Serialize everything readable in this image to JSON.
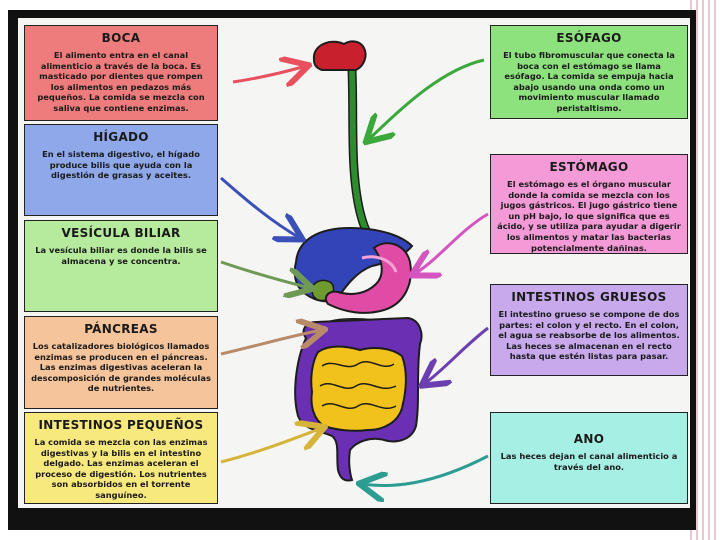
{
  "colors": {
    "frame": "#111111",
    "red": "#ef7c7c",
    "blue": "#8ea8ea",
    "green": "#b6ea9c",
    "orange": "#f5c49a",
    "yellow": "#f8e97f",
    "esophagus_green": "#8ee27e",
    "pink": "#f39ad7",
    "purple": "#c7a9ec",
    "cyan": "#a5efe5"
  },
  "cards": {
    "boca": {
      "title": "BOCA",
      "text": "El alimento entra en el canal alimenticio a través de la boca. Es masticado por dientes que rompen los alimentos en pedazos más pequeños. La comida se mezcla con saliva que contiene enzimas."
    },
    "higado": {
      "title": "HÍGADO",
      "text": "En el sistema digestivo, el hígado produce bilis que ayuda con la digestión de grasas y aceites."
    },
    "vesicula": {
      "title": "VESÍCULA BILIAR",
      "text": "La vesícula biliar es donde la bilis se almacena y se concentra."
    },
    "pancreas": {
      "title": "PÁNCREAS",
      "text": "Los catalizadores biológicos llamados enzimas se producen en el páncreas. Las enzimas digestivas aceleran la descomposición de grandes moléculas de nutrientes."
    },
    "intestinos_pequenos": {
      "title": "INTESTINOS PEQUEÑOS",
      "text": "La comida se mezcla con las enzimas digestivas y la bilis en el intestino delgado. Las enzimas aceleran el proceso de digestión. Los nutrientes son absorbidos en el torrente sanguíneo."
    },
    "esofago": {
      "title": "ESÓFAGO",
      "text": "El tubo fibromuscular que conecta la boca con el estómago se llama esófago. La comida se empuja hacia abajo usando una onda como un movimiento muscular llamado peristaltismo."
    },
    "estomago": {
      "title": "ESTÓMAGO",
      "text": "El estómago es el órgano muscular donde la comida se mezcla con los jugos gástricos. El jugo gástrico tiene un pH bajo, lo que significa que es ácido, y se utiliza para ayudar a digerir los alimentos y matar las bacterias potencialmente dañinas."
    },
    "intestinos_gruesos": {
      "title": "INTESTINOS GRUESOS",
      "text": "El intestino grueso se compone de dos partes: el colon y el recto. En el colon, el agua se reabsorbe de los alimentos. Las heces se almacenan en el recto hasta que estén listas para pasar."
    },
    "ano": {
      "title": "ANO",
      "text": "Las heces dejan el canal alimenticio a través del ano."
    }
  }
}
